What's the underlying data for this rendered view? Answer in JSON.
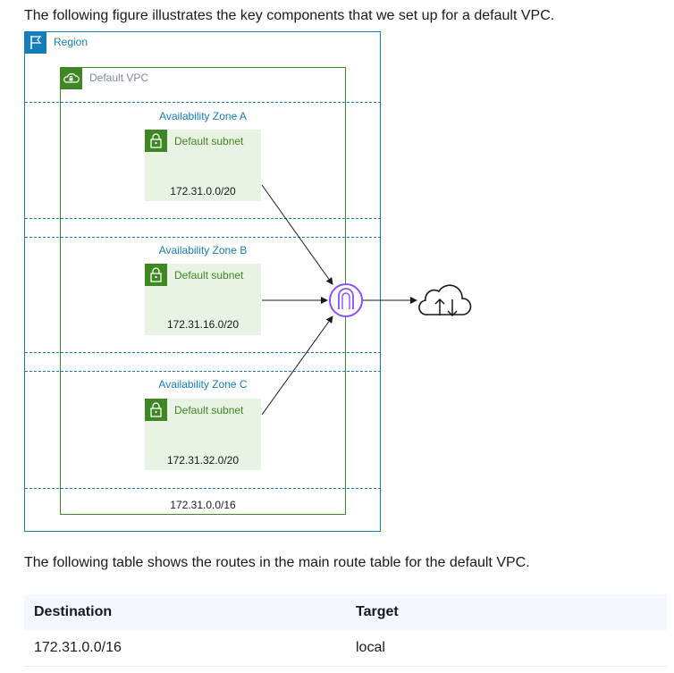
{
  "intro_text": "The following figure illustrates the key components that we set up for a default VPC.",
  "diagram": {
    "region_label": "Region",
    "vpc_label": "Default VPC",
    "vpc_cidr": "172.31.0.0/16",
    "zones": [
      {
        "az_label": "Availability Zone A",
        "subnet_label": "Default subnet",
        "cidr": "172.31.0.0/20"
      },
      {
        "az_label": "Availability Zone B",
        "subnet_label": "Default subnet",
        "cidr": "172.31.16.0/20"
      },
      {
        "az_label": "Availability Zone C",
        "subnet_label": "Default subnet",
        "cidr": "172.31.32.0/20"
      }
    ],
    "icons": {
      "region": "flag-icon",
      "vpc": "cloud-lock-icon",
      "subnet": "lock-icon",
      "gateway": "internet-gateway-icon",
      "internet": "cloud-upload-download-icon"
    },
    "colors": {
      "region": "#147eba",
      "vpc": "#3f8624",
      "subnet_fill": "#e8f3e3",
      "gateway": "#8c4fff"
    }
  },
  "table_intro": "The following table shows the routes in the main route table for the default VPC.",
  "route_table": {
    "headers": [
      "Destination",
      "Target"
    ],
    "rows": [
      [
        "172.31.0.0/16",
        "local"
      ]
    ]
  }
}
